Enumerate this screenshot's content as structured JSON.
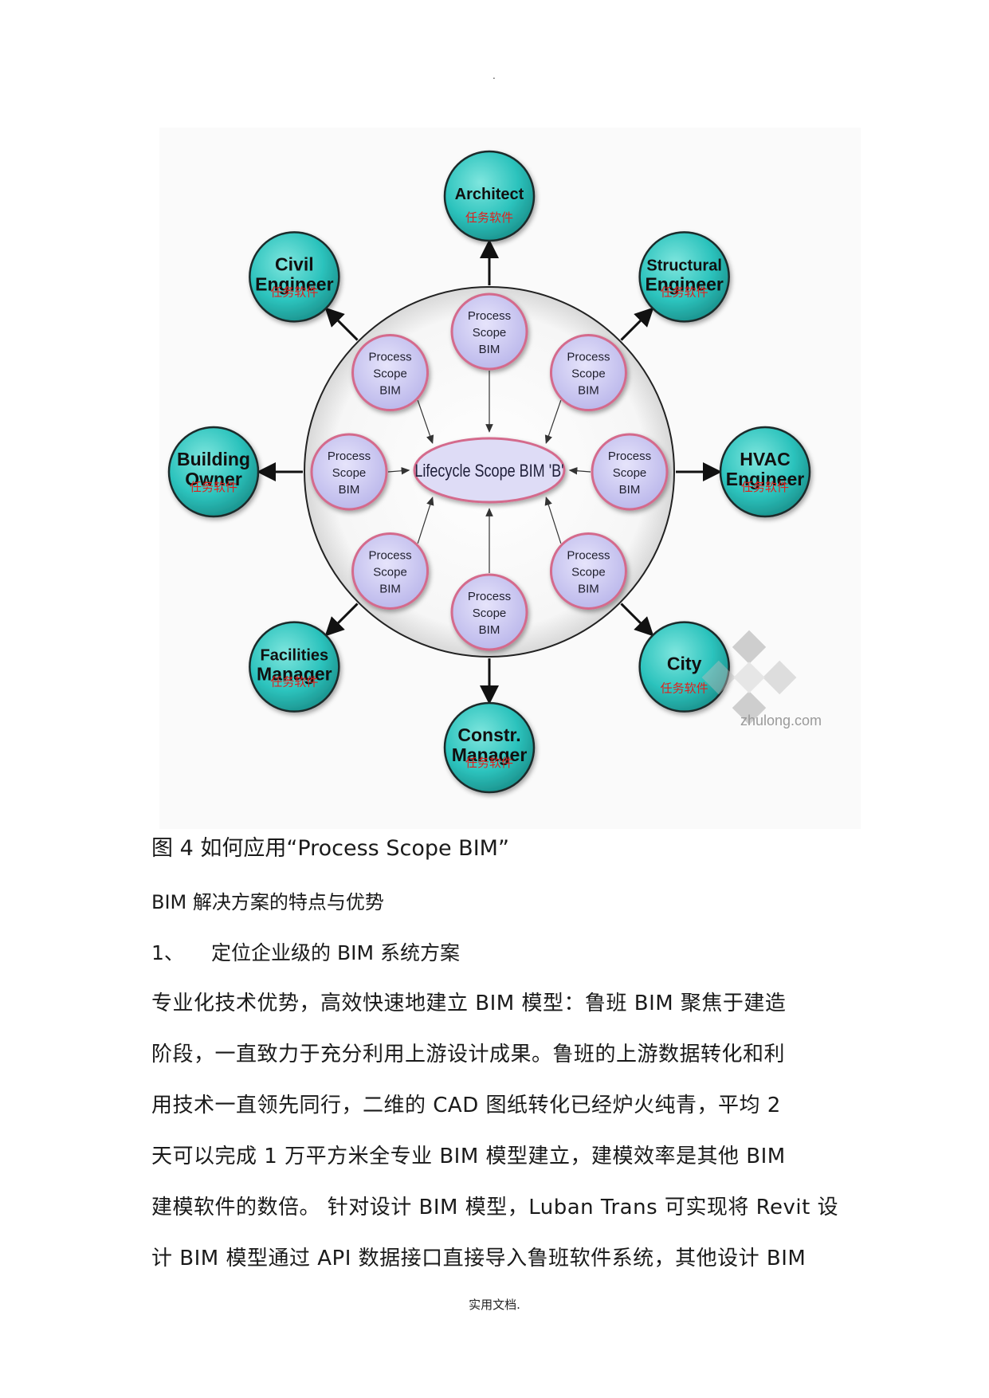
{
  "header_mark": ".",
  "diagram": {
    "outer_nodes": [
      {
        "lines": [
          "Architect"
        ],
        "sub": "任务软件"
      },
      {
        "lines": [
          "Structural",
          "Engineer"
        ],
        "sub": "任务软件"
      },
      {
        "lines": [
          "HVAC",
          "Engineer"
        ],
        "sub": "任务软件"
      },
      {
        "lines": [
          "City"
        ],
        "sub": "任务软件"
      },
      {
        "lines": [
          "Constr.",
          "Manager"
        ],
        "sub": "任务软件"
      },
      {
        "lines": [
          "Facilities",
          "Manager"
        ],
        "sub": "任务软件"
      },
      {
        "lines": [
          "Building",
          "Owner"
        ],
        "sub": "任务软件"
      },
      {
        "lines": [
          "Civil",
          "Engineer"
        ],
        "sub": "任务软件"
      }
    ],
    "inner_node_lines": [
      "Process",
      "Scope",
      "BIM"
    ],
    "center_label": "Lifecycle Scope BIM 'B'",
    "watermark": "zhulong.com",
    "colors": {
      "outer_fill": "#2cc3bd",
      "inner_fill": "#c9c6f0",
      "inner_stroke": "#d46a8c",
      "center_fill": "#dedcf6"
    }
  },
  "caption": "图 4  如何应用“Process Scope BIM”",
  "subhead": "BIM 解决方案的特点与优势",
  "item": {
    "number": "1、",
    "text": "定位企业级的 BIM 系统方案"
  },
  "body_lines": [
    "专业化技术优势，高效快速地建立 BIM 模型：鲁班 BIM 聚焦于建造",
    "阶段，一直致力于充分利用上游设计成果。鲁班的上游数据转化和利",
    "用技术一直领先同行，二维的 CAD 图纸转化已经炉火纯青，平均 2",
    "天可以完成 1 万平方米全专业 BIM 模型建立，建模效率是其他 BIM",
    "建模软件的数倍。 针对设计 BIM 模型，Luban Trans 可实现将 Revit 设",
    "计 BIM 模型通过 API 数据接口直接导入鲁班软件系统，其他设计 BIM"
  ],
  "footer": "实用文档."
}
